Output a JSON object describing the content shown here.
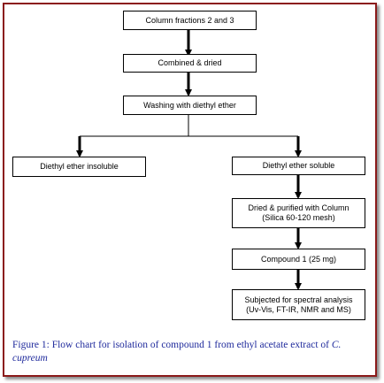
{
  "flowchart": {
    "steps": {
      "fractions": "Column fractions 2 and 3",
      "combined": "Combined & dried",
      "washing": "Washing with diethyl ether",
      "insoluble": "Diethyl ether insoluble",
      "soluble": "Diethyl ether soluble",
      "purified": "Dried & purified with Column\n(Silica 60-120 mesh)",
      "compound": "Compound 1 (25 mg)",
      "analysis": "Subjected for spectral analysis\n(Uv-Vis, FT-IR, NMR and MS)"
    },
    "edges": [
      {
        "from": "fractions",
        "to": "combined"
      },
      {
        "from": "combined",
        "to": "washing"
      },
      {
        "from": "washing",
        "to": "insoluble"
      },
      {
        "from": "washing",
        "to": "soluble"
      },
      {
        "from": "soluble",
        "to": "purified"
      },
      {
        "from": "purified",
        "to": "compound"
      },
      {
        "from": "compound",
        "to": "analysis"
      }
    ]
  },
  "caption": {
    "text": "Figure 1: Flow chart for isolation of compound 1 from ethyl acetate extract of ",
    "species": "C. cupreum"
  },
  "colors": {
    "border": "#8b1a1a",
    "caption": "#1f2a9c"
  }
}
